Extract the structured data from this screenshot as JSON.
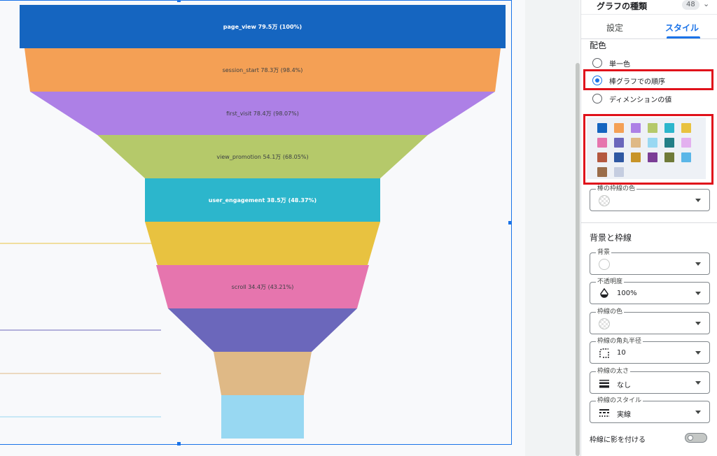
{
  "panel": {
    "header_title": "グラフの種類",
    "header_count": "48",
    "tabs": [
      {
        "label": "設定",
        "active": false
      },
      {
        "label": "スタイル",
        "active": true
      }
    ],
    "color_section": {
      "title": "配色",
      "options": [
        {
          "label": "単一色",
          "checked": false
        },
        {
          "label": "棒グラフでの順序",
          "checked": true
        },
        {
          "label": "ディメンションの値",
          "checked": false
        }
      ],
      "palette": [
        "#1565c0",
        "#f4a055",
        "#ad80e6",
        "#b5c96a",
        "#2cb6cc",
        "#e8c240",
        "#e675ae",
        "#6b67bb",
        "#dfb986",
        "#98d8f2",
        "#237f87",
        "#e3b0ef",
        "#b4583f",
        "#2f58a2",
        "#c89428",
        "#7b3d96",
        "#6f7a38",
        "#5bb6e8",
        "#9a6d4a",
        "#c5cde0"
      ],
      "bar_border_color_label": "棒の枠線の色"
    },
    "background_section": {
      "title": "背景と枠線",
      "fields": [
        {
          "name": "background-field",
          "label": "背景",
          "value": "",
          "icon": "color-circle-icon"
        },
        {
          "name": "opacity-field",
          "label": "不透明度",
          "value": "100%",
          "icon": "opacity-drop-icon"
        },
        {
          "name": "border-color-field",
          "label": "枠線の色",
          "value": "",
          "icon": "transparent-color-icon"
        },
        {
          "name": "border-radius-field",
          "label": "枠線の角丸半径",
          "value": "10",
          "icon": "corner-radius-icon"
        },
        {
          "name": "border-weight-field",
          "label": "枠線の太さ",
          "value": "なし",
          "icon": "line-weight-icon"
        },
        {
          "name": "border-style-field",
          "label": "枠線のスタイル",
          "value": "実線",
          "icon": "line-style-icon"
        }
      ],
      "shadow_label": "枠線に影を付ける",
      "shadow_enabled": false
    }
  },
  "chart_data": {
    "type": "funnel",
    "steps": [
      {
        "label": "page_view 79.5万 (100%)",
        "value": 79.5,
        "percent": 100,
        "color": "#1565c0",
        "text_color": "#ffffff"
      },
      {
        "label": "session_start 78.3万 (98.4%)",
        "value": 78.3,
        "percent": 98.4,
        "color": "#f4a055",
        "text_color": "#3c4043"
      },
      {
        "label": "first_visit 78.4万 (98.07%)",
        "value": 78.4,
        "percent": 98.07,
        "color": "#ad80e6",
        "text_color": "#3c4043"
      },
      {
        "label": "view_promotion 54.1万 (68.05%)",
        "value": 54.1,
        "percent": 68.05,
        "color": "#b5c96a",
        "text_color": "#3c4043"
      },
      {
        "label": "user_engagement 38.5万 (48.37%)",
        "value": 38.5,
        "percent": 48.37,
        "color": "#2cb6cc",
        "text_color": "#ffffff"
      },
      {
        "label": "",
        "value": null,
        "percent": null,
        "color": "#e8c240",
        "text_color": "#3c4043"
      },
      {
        "label": "scroll 34.4万 (43.21%)",
        "value": 34.4,
        "percent": 43.21,
        "color": "#e675ae",
        "text_color": "#3c4043"
      },
      {
        "label": "",
        "value": null,
        "percent": null,
        "color": "#6b67bb",
        "text_color": "#ffffff"
      },
      {
        "label": "",
        "value": null,
        "percent": null,
        "color": "#dfb986",
        "text_color": "#3c4043"
      },
      {
        "label": "",
        "value": null,
        "percent": null,
        "color": "#98d8f2",
        "text_color": "#3c4043"
      }
    ]
  }
}
